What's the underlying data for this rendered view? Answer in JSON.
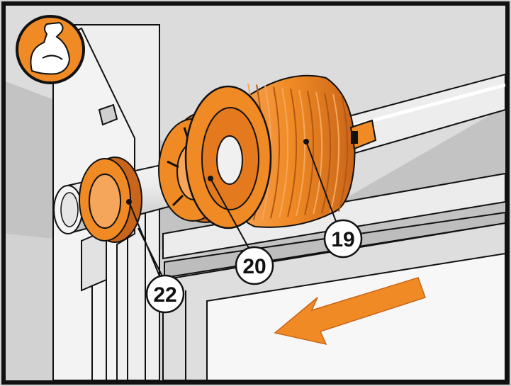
{
  "colors": {
    "frame_border": "#111111",
    "wall_light": "#d6d6d6",
    "wall_mid": "#c4c4c4",
    "wall_dark": "#a9a9a9",
    "panel": "#f4f4f4",
    "bracket": "#e9e9e9",
    "shaft": "#f2f2f2",
    "accent_orange": "#f08a24",
    "accent_orange_dark": "#c9651a",
    "accent_orange_light": "#f6a65a",
    "callout_fill": "#ffffff",
    "callout_stroke": "#111111"
  },
  "badge": {
    "icon": "strength-arm-icon"
  },
  "callouts": {
    "pulley": "19",
    "adapter": "20",
    "bearing": "22"
  },
  "arrow": {
    "icon": "direction-arrow-left-icon"
  }
}
